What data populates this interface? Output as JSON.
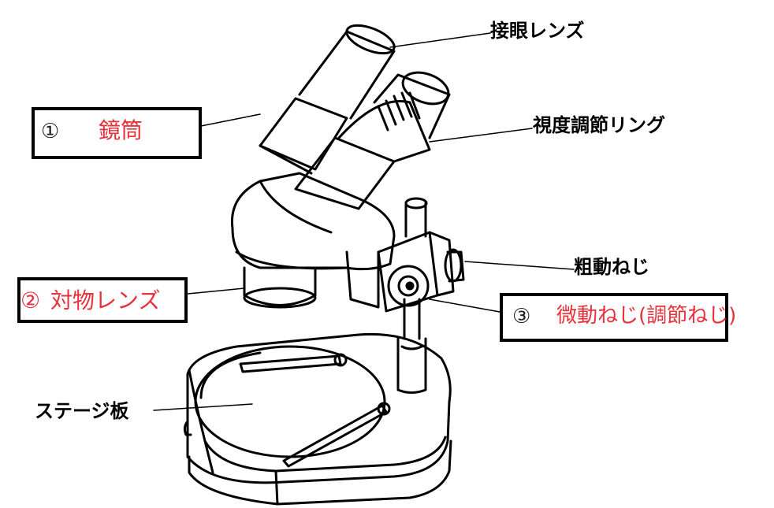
{
  "labels": {
    "eyepiece": "接眼レンズ",
    "diopter_ring": "視度調節リング",
    "coarse_focus": "粗動ねじ",
    "stage_plate": "ステージ板"
  },
  "boxed_labels": {
    "tube": {
      "num": "①",
      "text": "鏡筒"
    },
    "objective": {
      "num": "②",
      "text": "対物レンズ"
    },
    "fine_focus": {
      "num": "③",
      "text": "微動ねじ(調節ねじ)"
    }
  },
  "colors": {
    "answer_text": "#e8313a",
    "line": "#000000"
  }
}
